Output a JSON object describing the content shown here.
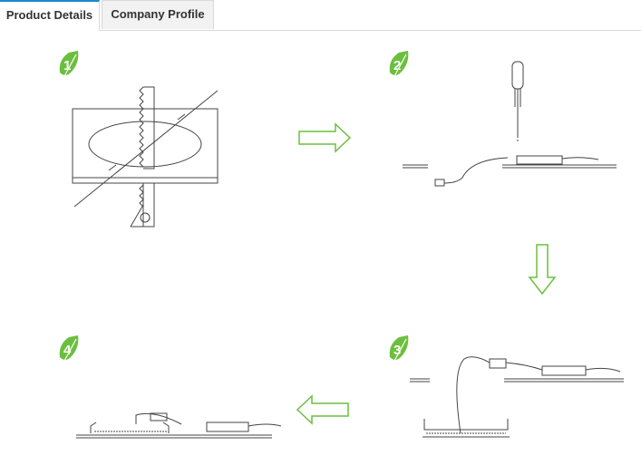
{
  "tabs": [
    {
      "label": "Product Details",
      "active": true
    },
    {
      "label": "Company Profile",
      "active": false
    }
  ],
  "steps": [
    {
      "number": "1"
    },
    {
      "number": "2"
    },
    {
      "number": "3"
    },
    {
      "number": "4"
    }
  ],
  "colors": {
    "accent_tab": "#1e88c8",
    "step_badge": "#6cbf3e",
    "arrow_stroke": "#6cbf3e",
    "line": "#444444"
  },
  "icons": [
    "arrow-right-icon",
    "arrow-down-icon",
    "arrow-left-icon",
    "leaf-badge-icon"
  ]
}
